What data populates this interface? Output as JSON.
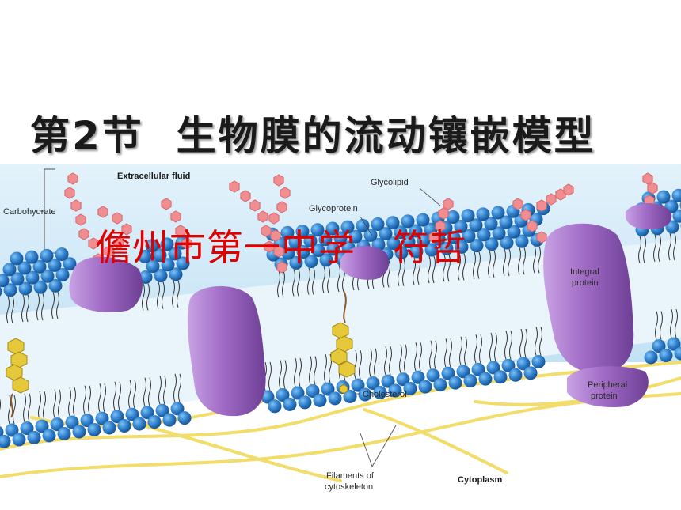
{
  "title": "第2节  生物膜的流动镶嵌模型",
  "author": "儋州市第一中学   符哲",
  "labels": {
    "extracellular": "Extracellular fluid",
    "carbohydrate": "Carbohydrate",
    "glycolipid": "Glycolipid",
    "glycoprotein": "Glycoprotein",
    "integral_1": "Integral",
    "integral_2": "protein",
    "peripheral_1": "Peripheral",
    "peripheral_2": "protein",
    "cholesterol": "Cholesterol",
    "filaments_1": "Filaments of",
    "filaments_2": "cytoskeleton",
    "cytoplasm": "Cytoplasm"
  },
  "colors": {
    "background_fluid": "#c6e6f6",
    "phospholipid_head": "#2f7fcc",
    "protein": "#a06bc6",
    "carbohydrate": "#f08d90",
    "cholesterol": "#e6c93a",
    "filament": "#f2dd6a",
    "author_text": "#e00000"
  }
}
